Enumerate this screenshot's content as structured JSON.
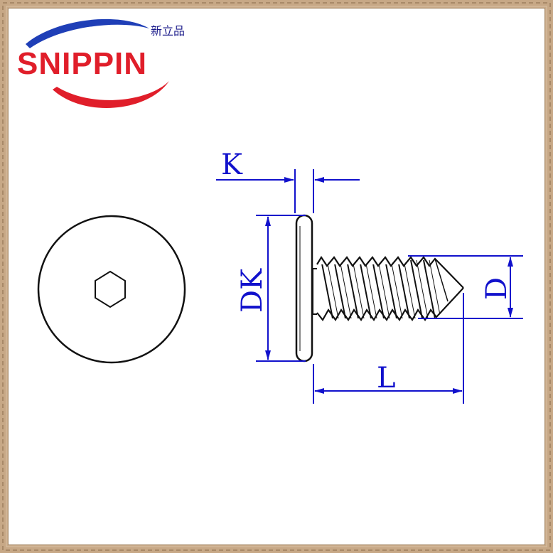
{
  "logo": {
    "brand": "SNIPPIN",
    "chinese": "新立品",
    "brand_color": "#e01e2a",
    "swoosh_color": "#1f3fb7"
  },
  "diagram": {
    "labels": {
      "k": "K",
      "dk": "DK",
      "d": "D",
      "l": "L"
    },
    "line_color": "#1111cc",
    "drawing_color": "#111111"
  }
}
